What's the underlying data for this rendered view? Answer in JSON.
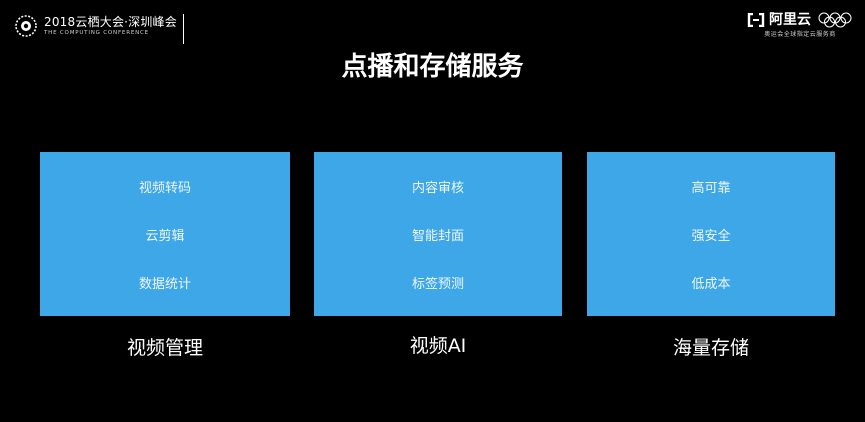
{
  "header": {
    "event_title": "2018云栖大会·深圳峰会",
    "event_subtitle": "THE COMPUTING CONFERENCE",
    "brand_name": "阿里云",
    "brand_tagline": "奥运会全球指定云服务商"
  },
  "title": "点播和存储服务",
  "cards": [
    {
      "items": [
        "视频转码",
        "云剪辑",
        "数据统计"
      ],
      "caption": "视频管理"
    },
    {
      "items": [
        "内容审核",
        "智能封面",
        "标签预测"
      ],
      "caption": "视频AI"
    },
    {
      "items": [
        "高可靠",
        "强安全",
        "低成本"
      ],
      "caption": "海量存储"
    }
  ],
  "colors": {
    "background": "#000000",
    "card": "#3ea7e8",
    "text": "#ffffff"
  },
  "icons": {
    "event_logo": "globe-logo-icon",
    "brand_logo": "alibaba-cloud-bracket-icon",
    "olympic": "olympic-rings-icon"
  }
}
